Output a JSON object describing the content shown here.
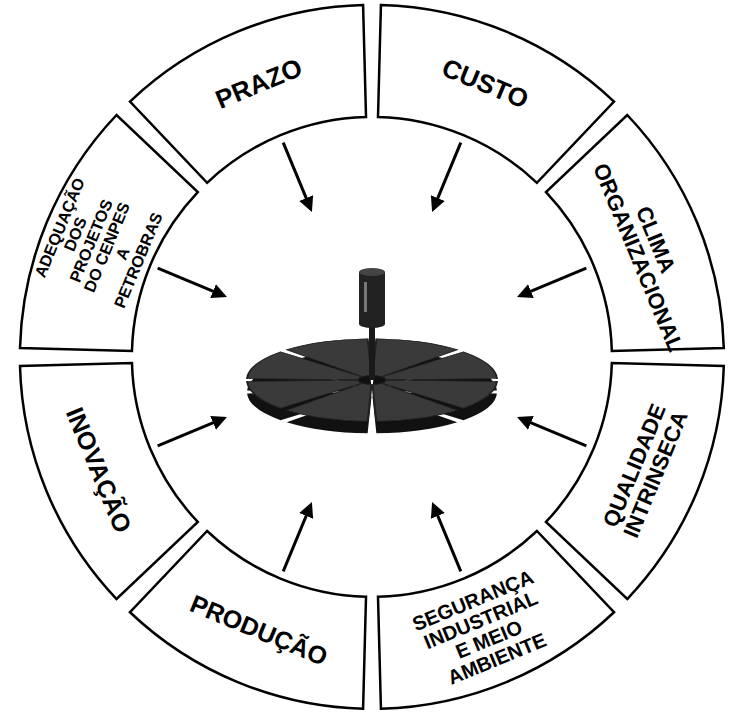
{
  "diagram": {
    "nodes": [
      {
        "text": [
          "PRAZO"
        ]
      },
      {
        "text": [
          "CUSTO"
        ]
      },
      {
        "text": [
          "CLIMA ORGANIZACIONAL"
        ]
      },
      {
        "text": [
          "QUALIDADE INTRINSECA"
        ]
      },
      {
        "text": [
          "SEGURANÇA INDUSTRIAL E MEIO AMBIENTE"
        ]
      },
      {
        "text": [
          "PRODUÇÃO"
        ]
      },
      {
        "text": [
          "INOVAÇÃO"
        ]
      },
      {
        "text": [
          "ADEQUAÇÃO DOS PROJETOS DO CENPES A PETROBRAS"
        ]
      }
    ]
  }
}
